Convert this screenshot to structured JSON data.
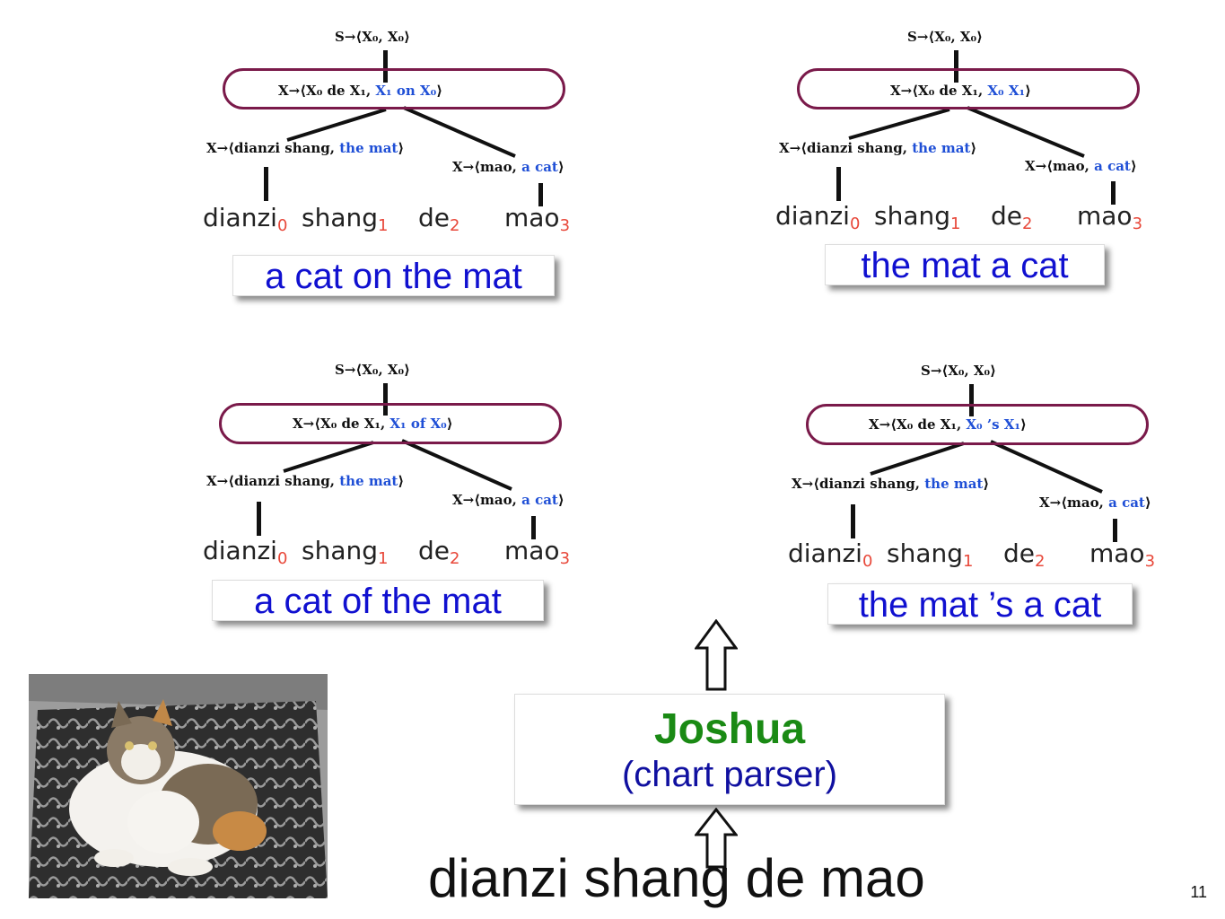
{
  "trees": [
    {
      "id": "tree-1",
      "s_rule": "S→⟨X₀, X₀⟩",
      "x_rule_src": "X→⟨X₀ de X₁,",
      "x_rule_tgt": "X₁ on X₀",
      "left_rule_src": "X→⟨dianzi shang,",
      "left_rule_tgt": "the mat",
      "right_rule_src": "X→⟨mao,",
      "right_rule_tgt": "a cat",
      "words": [
        "dianzi",
        "shang",
        "de",
        "mao"
      ],
      "indices": [
        "0",
        "1",
        "2",
        "3"
      ],
      "translation": "a cat on the mat"
    },
    {
      "id": "tree-2",
      "s_rule": "S→⟨X₀, X₀⟩",
      "x_rule_src": "X→⟨X₀ de X₁,",
      "x_rule_tgt": "X₀ X₁",
      "left_rule_src": "X→⟨dianzi shang,",
      "left_rule_tgt": "the mat",
      "right_rule_src": "X→⟨mao,",
      "right_rule_tgt": "a cat",
      "words": [
        "dianzi",
        "shang",
        "de",
        "mao"
      ],
      "indices": [
        "0",
        "1",
        "2",
        "3"
      ],
      "translation": "the mat a cat"
    },
    {
      "id": "tree-3",
      "s_rule": "S→⟨X₀, X₀⟩",
      "x_rule_src": "X→⟨X₀ de X₁,",
      "x_rule_tgt": "X₁ of X₀",
      "left_rule_src": "X→⟨dianzi shang,",
      "left_rule_tgt": "the mat",
      "right_rule_src": "X→⟨mao,",
      "right_rule_tgt": "a cat",
      "words": [
        "dianzi",
        "shang",
        "de",
        "mao"
      ],
      "indices": [
        "0",
        "1",
        "2",
        "3"
      ],
      "translation": "a cat of the mat"
    },
    {
      "id": "tree-4",
      "s_rule": "S→⟨X₀, X₀⟩",
      "x_rule_src": "X→⟨X₀ de X₁,",
      "x_rule_tgt": "X₀ ’s X₁",
      "left_rule_src": "X→⟨dianzi shang,",
      "left_rule_tgt": "the mat",
      "right_rule_src": "X→⟨mao,",
      "right_rule_tgt": "a cat",
      "words": [
        "dianzi",
        "shang",
        "de",
        "mao"
      ],
      "indices": [
        "0",
        "1",
        "2",
        "3"
      ],
      "translation": "the mat ’s a cat"
    }
  ],
  "parser": {
    "name": "Joshua",
    "subtitle": "(chart parser)"
  },
  "source_sentence": "dianzi  shang de mao",
  "page_number": "11",
  "colors": {
    "oval": "#7a1a4a",
    "target_text": "#1f4fd6",
    "index": "#e8483a",
    "translation": "#1010d0",
    "parser_name": "#1a8a14",
    "parser_subtitle": "#1010a0"
  }
}
